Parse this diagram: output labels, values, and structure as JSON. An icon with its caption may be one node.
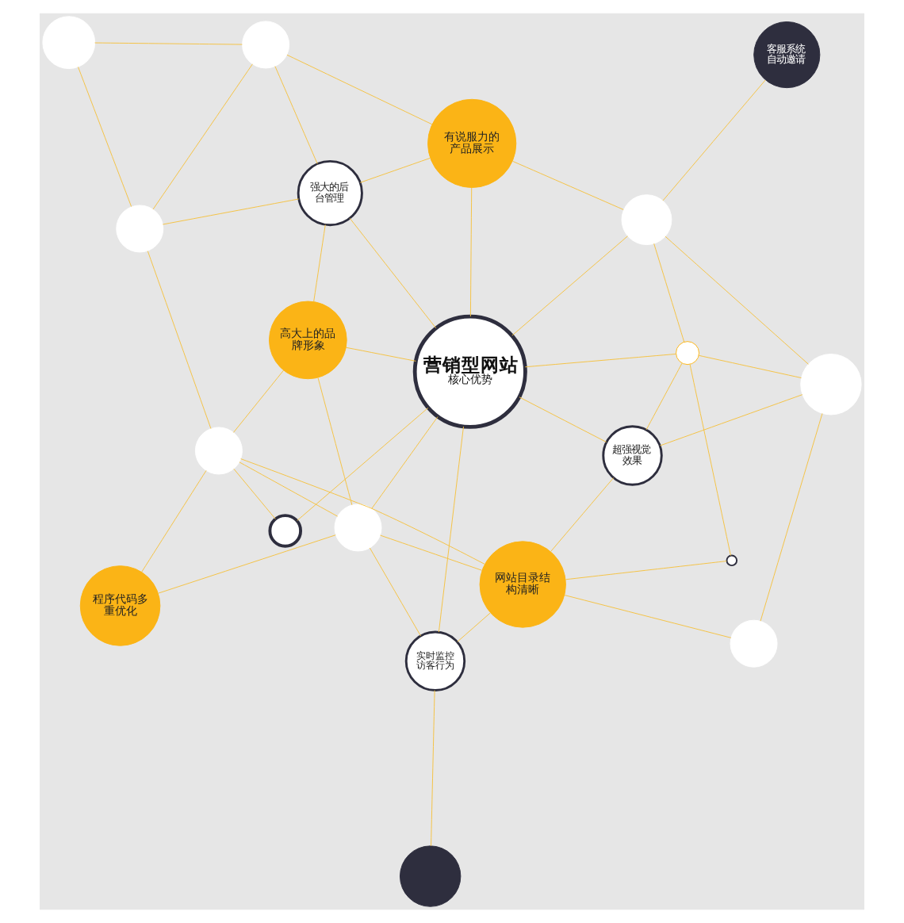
{
  "diagram": {
    "nodes": [
      {
        "text": [
          "程序代码多重优化"
        ]
      },
      {
        "text": [],
        "shape": "circle"
      },
      {
        "text": [
          "实时监控访客行为"
        ]
      },
      {
        "text": [],
        "shape": "circle"
      },
      {
        "text": [],
        "shape": "circle"
      },
      {
        "text": [
          "网站目录结构清晰"
        ]
      },
      {
        "text": [],
        "shape": "circle"
      },
      {
        "text": [],
        "shape": "circle"
      },
      {
        "text": [
          "高大上的品牌形象"
        ]
      },
      {
        "text": [
          "营销型网站",
          "核心优势"
        ]
      },
      {
        "text": [
          "超强视觉效果"
        ]
      },
      {
        "text": [],
        "shape": "circle"
      },
      {
        "text": [
          "强大的后台管理"
        ]
      },
      {
        "text": [],
        "shape": "circle"
      },
      {
        "text": [],
        "shape": "circle"
      },
      {
        "text": [],
        "shape": "circle"
      },
      {
        "text": [],
        "shape": "circle"
      },
      {
        "text": [],
        "shape": "circle"
      },
      {
        "text": [
          "有说服力的产品展示"
        ]
      },
      {
        "text": [
          "客服系统自动邀请"
        ]
      },
      {
        "text": [],
        "shape": "circle"
      }
    ],
    "edges": [
      {
        "from": 0,
        "to": 3,
        "arrow": "none"
      },
      {
        "from": 0,
        "to": 6,
        "arrow": "none"
      },
      {
        "from": 1,
        "to": 2,
        "arrow": "none"
      },
      {
        "from": 3,
        "to": 2,
        "arrow": "none"
      },
      {
        "from": 3,
        "to": 5,
        "arrow": "none"
      },
      {
        "from": 3,
        "to": 6,
        "arrow": "none"
      },
      {
        "from": 3,
        "to": 9,
        "arrow": "none"
      },
      {
        "from": 6,
        "to": 5,
        "arrow": "none"
      },
      {
        "from": 6,
        "to": 8,
        "arrow": "none"
      },
      {
        "from": 6,
        "to": 14,
        "arrow": "none"
      },
      {
        "from": 6,
        "to": 7,
        "arrow": "none"
      },
      {
        "from": 7,
        "to": 9,
        "arrow": "none"
      },
      {
        "from": 8,
        "to": 9,
        "arrow": "none"
      },
      {
        "from": 8,
        "to": 12,
        "arrow": "none"
      },
      {
        "from": 8,
        "to": 3,
        "arrow": "none"
      },
      {
        "from": 2,
        "to": 5,
        "arrow": "none"
      },
      {
        "from": 2,
        "to": 9,
        "arrow": "none"
      },
      {
        "from": 4,
        "to": 5,
        "arrow": "none"
      },
      {
        "from": 4,
        "to": 15,
        "arrow": "none"
      },
      {
        "from": 5,
        "to": 10,
        "arrow": "none"
      },
      {
        "from": 5,
        "to": 11,
        "arrow": "none"
      },
      {
        "from": 10,
        "to": 9,
        "arrow": "none"
      },
      {
        "from": 10,
        "to": 15,
        "arrow": "none"
      },
      {
        "from": 10,
        "to": 13,
        "arrow": "none"
      },
      {
        "from": 11,
        "to": 13,
        "arrow": "none"
      },
      {
        "from": 12,
        "to": 9,
        "arrow": "none"
      },
      {
        "from": 12,
        "to": 17,
        "arrow": "none"
      },
      {
        "from": 12,
        "to": 14,
        "arrow": "none"
      },
      {
        "from": 12,
        "to": 18,
        "arrow": "none"
      },
      {
        "from": 9,
        "to": 18,
        "arrow": "none"
      },
      {
        "from": 9,
        "to": 13,
        "arrow": "none"
      },
      {
        "from": 9,
        "to": 16,
        "arrow": "none"
      },
      {
        "from": 13,
        "to": 16,
        "arrow": "none"
      },
      {
        "from": 13,
        "to": 15,
        "arrow": "none"
      },
      {
        "from": 16,
        "to": 18,
        "arrow": "none"
      },
      {
        "from": 16,
        "to": 19,
        "arrow": "none"
      },
      {
        "from": 15,
        "to": 16,
        "arrow": "none"
      },
      {
        "from": 14,
        "to": 20,
        "arrow": "none"
      },
      {
        "from": 17,
        "to": 18,
        "arrow": "none"
      },
      {
        "from": 17,
        "to": 20,
        "arrow": "none"
      },
      {
        "from": 14,
        "to": 17,
        "arrow": "none"
      }
    ]
  }
}
